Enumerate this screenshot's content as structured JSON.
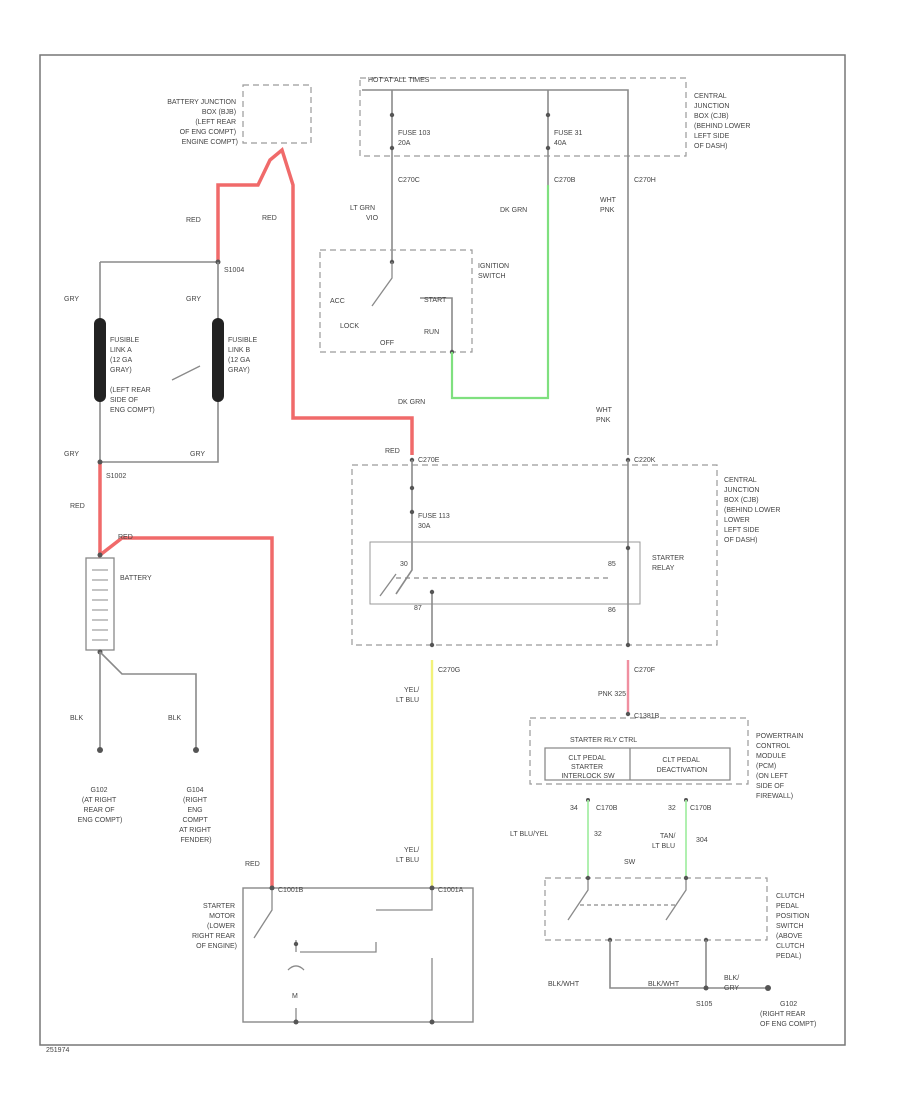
{
  "diagram_id": "251974",
  "battery_jb": [
    "BATTERY JUNCTION",
    "BOX (BJB)",
    "(LEFT REAR",
    "OF ENG COMPT)",
    "ENGINE COMPT)"
  ],
  "hot_at_all_times": "HOT AT ALL TIMES",
  "fuse_103": [
    "FUSE 103",
    "20A"
  ],
  "fuse_31": [
    "FUSE 31",
    "40A"
  ],
  "cjb_top": [
    "CENTRAL",
    "JUNCTION",
    "BOX (CJB)",
    "(BEHIND LOWER",
    "LEFT SIDE",
    "OF DASH)"
  ],
  "c270c": "C270C",
  "c270b": "C270B",
  "c270h": "C270H",
  "lt_grn": [
    "LT GRN",
    "VIO"
  ],
  "dk_grn": "DK GRN",
  "wht_pnk": [
    "WHT",
    "PNK"
  ],
  "red": "RED",
  "ignition_switch": [
    "IGNITION",
    "SWITCH"
  ],
  "ign_positions": {
    "acc": "ACC",
    "lock": "LOCK",
    "off": "OFF",
    "run": "RUN",
    "start": "START"
  },
  "s1004": "S1004",
  "gry": "GRY",
  "fusible_link_a": [
    "FUSIBLE",
    "LINK A",
    "(12 GA",
    "GRAY)"
  ],
  "fusible_link_b": [
    "FUSIBLE",
    "LINK B",
    "(12 GA",
    "GRAY)"
  ],
  "fusible_location": [
    "(LEFT REAR",
    "SIDE OF",
    "ENG COMPT)"
  ],
  "s1002": "S1002",
  "battery": "BATTERY",
  "c270e": "C270E",
  "c220k": "C220K",
  "fuse_113": [
    "FUSE 113",
    "30A"
  ],
  "cjb_mid": [
    "CENTRAL",
    "JUNCTION",
    "BOX (CJB)",
    "(BEHIND LOWER",
    "LOWER",
    "LEFT SIDE",
    "OF DASH)"
  ],
  "starter_relay": [
    "STARTER",
    "RELAY"
  ],
  "relay_pins": {
    "p30": "30",
    "p85": "85",
    "p87": "87",
    "p86": "86"
  },
  "c270g": "C270G",
  "c270f": "C270F",
  "yel_lt_blu": [
    "YEL/",
    "LT BLU"
  ],
  "pnk_code": "PNK 325",
  "c1381b": "C1381B",
  "pcm": [
    "POWERTRAIN",
    "CONTROL",
    "MODULE",
    "(PCM)",
    "(ON LEFT",
    "SIDE OF",
    "FIREWALL)"
  ],
  "starter_rly_ctrl": "STARTER RLY CTRL",
  "clt_interlock": [
    "CLT PEDAL",
    "STARTER",
    "INTERLOCK SW"
  ],
  "clt_deactivation": [
    "CLT PEDAL",
    "DEACTIVATION"
  ],
  "c170b": "C170B",
  "pin_34": "34",
  "pin_32": "32",
  "blk": "BLK",
  "g102": [
    "G102",
    "(AT RIGHT",
    "REAR OF",
    "ENG COMPT)"
  ],
  "g104": [
    "G104",
    "(RIGHT",
    "ENG",
    "COMPT",
    "AT RIGHT",
    "FENDER)"
  ],
  "lt_blu_yel": "LT BLU/YEL",
  "tan_lt_blu": [
    "TAN/",
    "LT BLU"
  ],
  "wire_32": "32",
  "wire_304": "304",
  "wire_sw": "SW",
  "starter_motor": [
    "STARTER",
    "MOTOR",
    "(LOWER",
    "RIGHT REAR",
    "OF ENGINE)"
  ],
  "c1001b": "C1001B",
  "c1001a": "C1001A",
  "motor_m": "M",
  "clutch_switch": [
    "CLUTCH",
    "PEDAL",
    "POSITION",
    "SWITCH",
    "(ABOVE",
    "CLUTCH",
    "PEDAL)"
  ],
  "blk_wht": "BLK/WHT",
  "blk_grey": [
    "BLK/",
    "GRY"
  ],
  "s105": "S105",
  "g102b": [
    "G102",
    "(RIGHT REAR",
    "OF ENG COMPT)"
  ],
  "colors": {
    "battery_feed": "#f06a6a",
    "ign_run": "#7fe07f",
    "start_signal": "#f2f27a",
    "relay_ctrl": "#f08fa0"
  }
}
